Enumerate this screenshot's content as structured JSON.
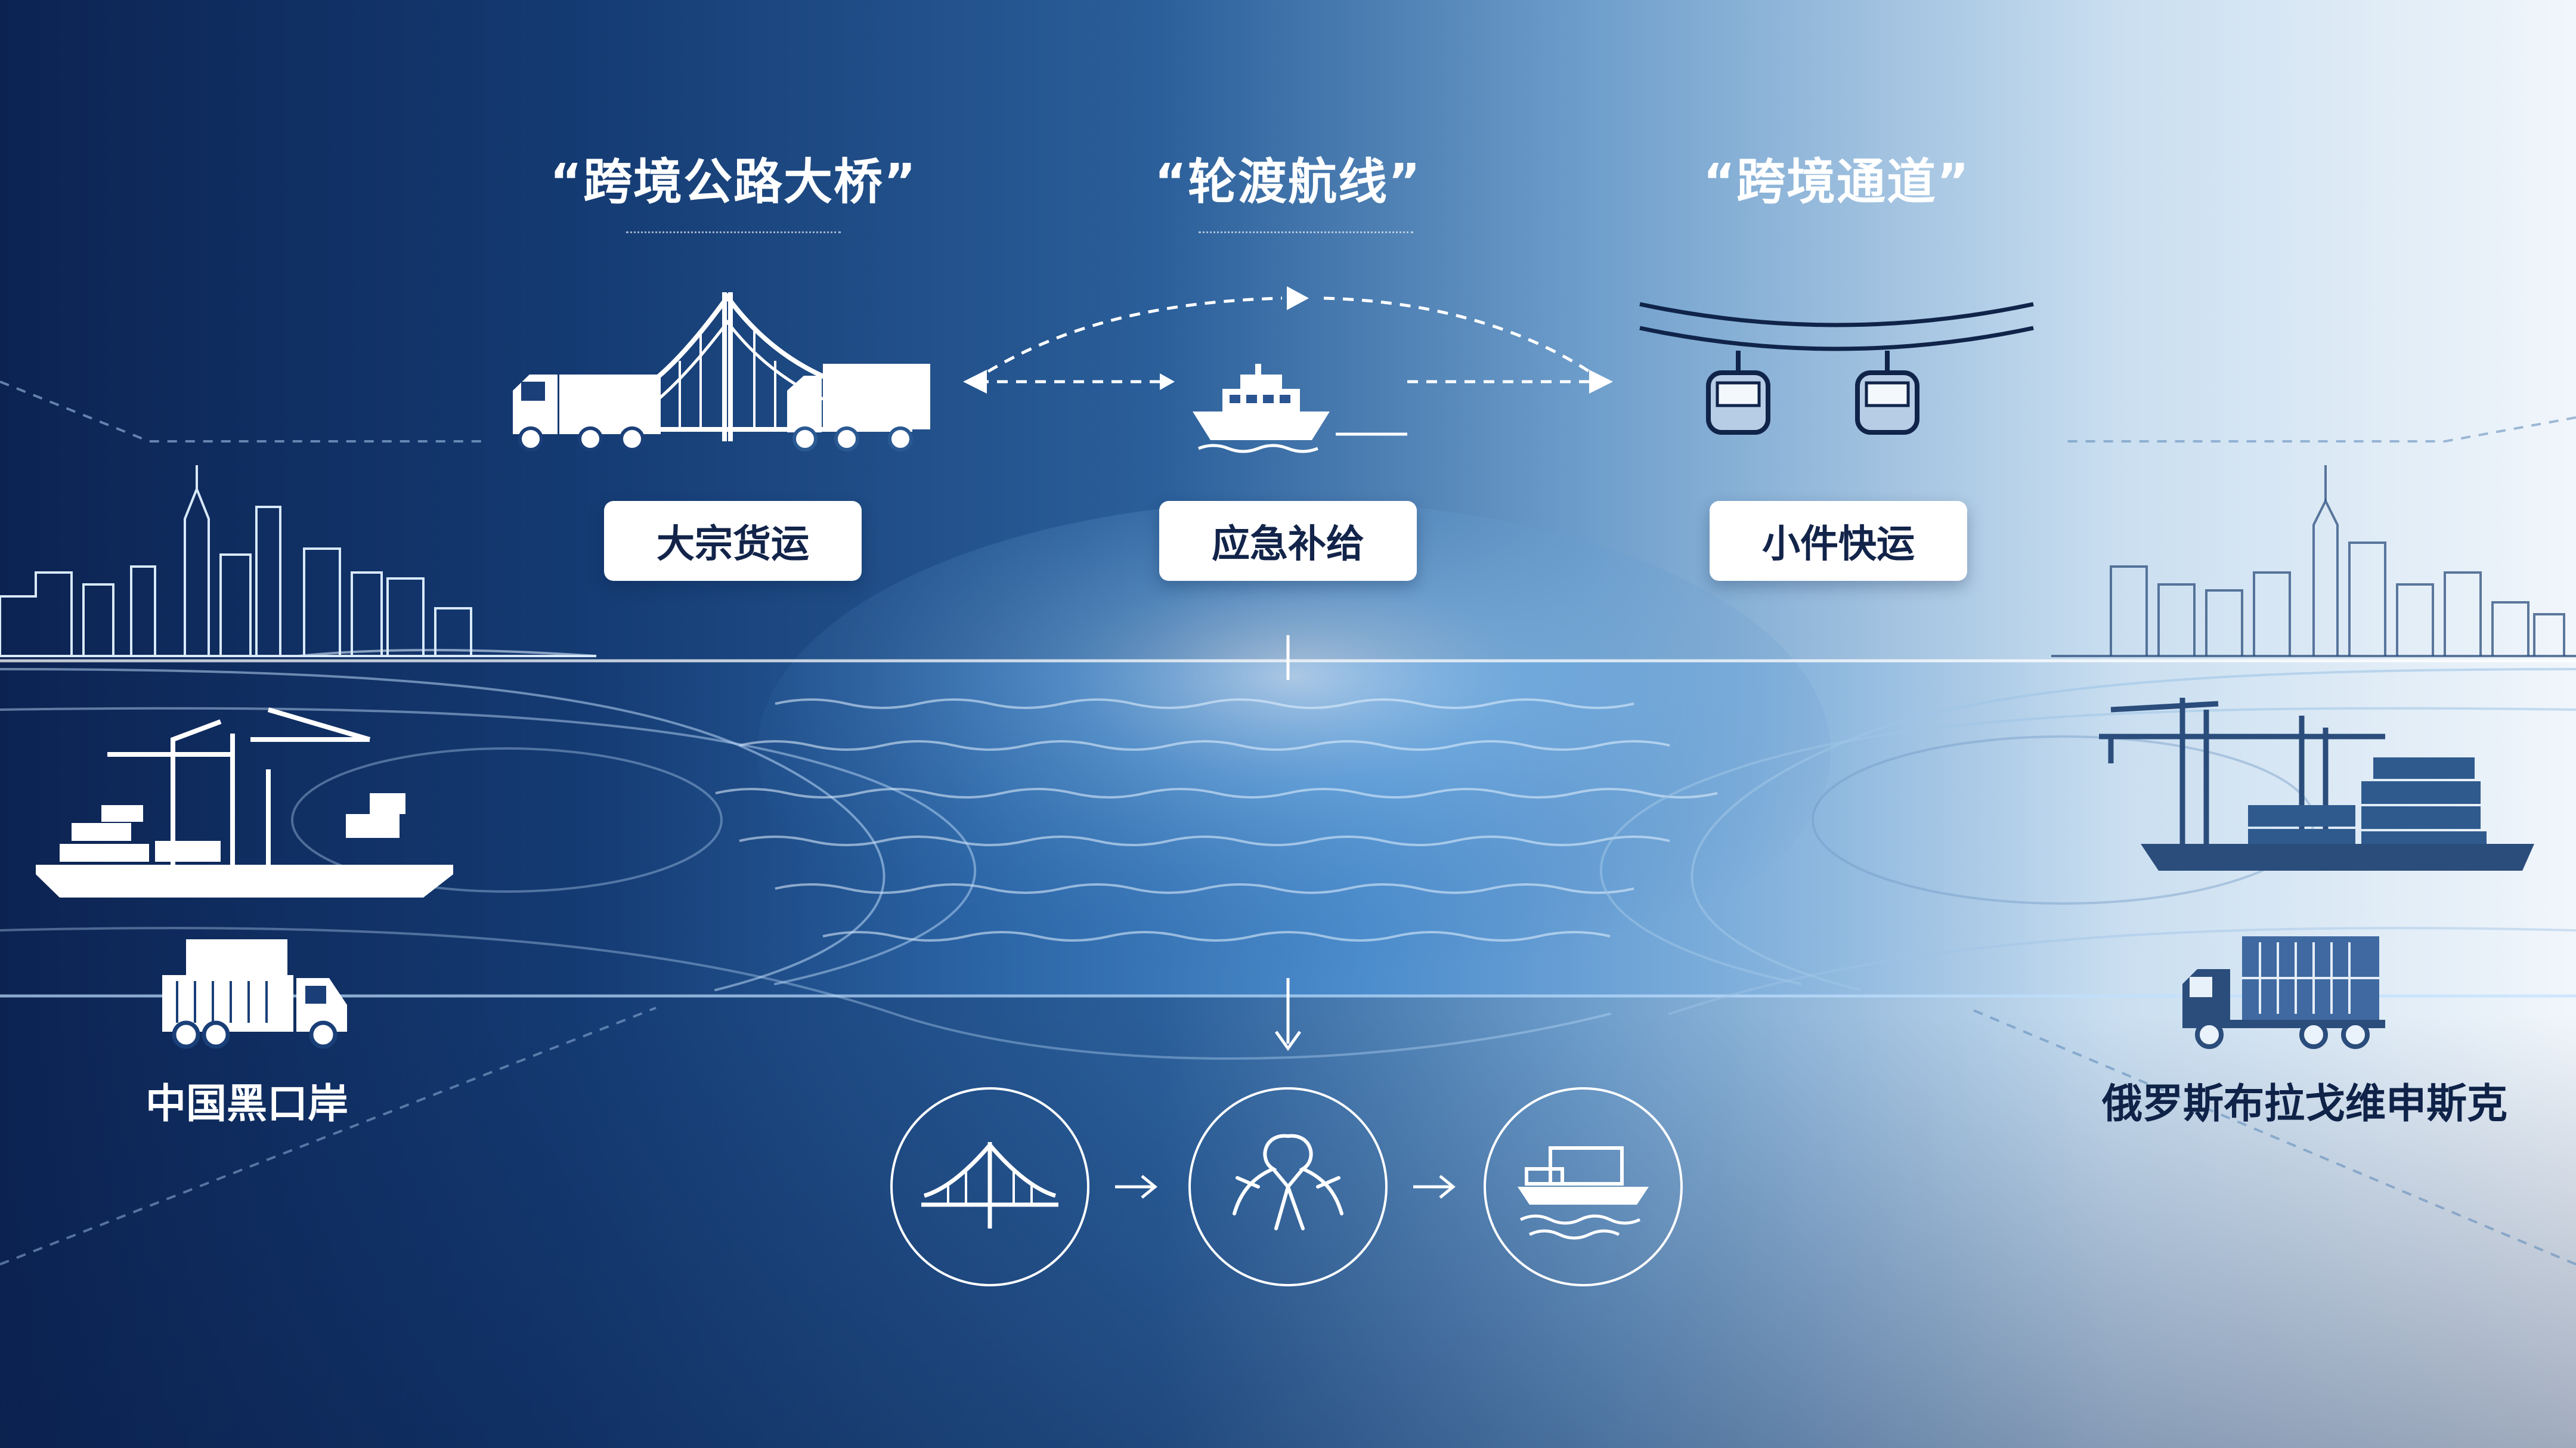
{
  "routes": [
    {
      "heading": "“跨境公路大桥”",
      "tag": "大宗货运"
    },
    {
      "heading": "“轮渡航线”",
      "tag": "应急补给"
    },
    {
      "heading": "“跨境通道”",
      "tag": "小件快运"
    }
  ],
  "places": {
    "left": "中国黑口岸",
    "right": "俄罗斯布拉戈维申斯克"
  },
  "icons": {
    "route1": "truck-bridge-truck-icon",
    "route2": "ferry-icon",
    "route3": "cable-car-icon",
    "left_city": "city-skyline-icon",
    "left_port": "port-crane-ship-icon",
    "left_truck": "container-truck-icon",
    "right_city": "city-skyline-icon",
    "right_port": "port-crane-ship-icon",
    "right_truck": "container-truck-icon",
    "flow1": "bridge-icon",
    "flow2": "ice-crack-icon",
    "flow3": "ferry-icon"
  },
  "colors": {
    "deep_navy": "#0c2352",
    "mid_blue": "#2b5f9a",
    "light_blue": "#c9def0",
    "text_dark": "#13244a",
    "icon_dark": "#2b4d7c",
    "white": "#ffffff"
  }
}
